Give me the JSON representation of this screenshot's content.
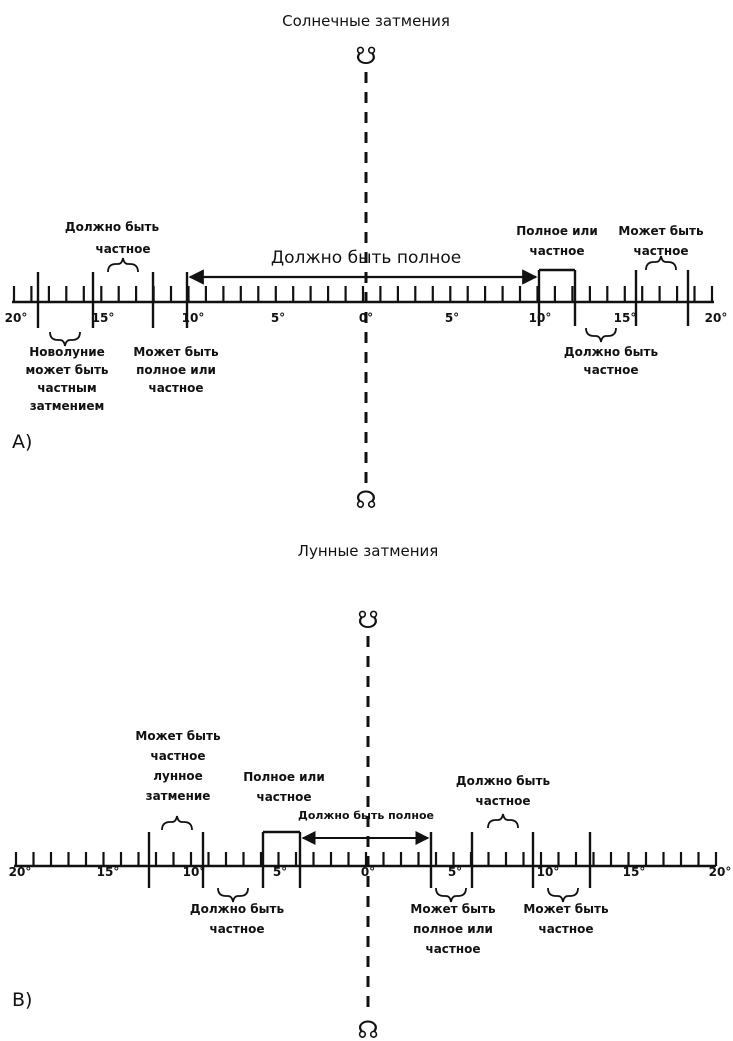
{
  "solar": {
    "title": "Солнечные затмения",
    "panel_label": "A)",
    "ascending_node": "☊",
    "descending_node": "☋",
    "ticks": [
      "20°",
      "15°",
      "10°",
      "5°",
      "0°",
      "5°",
      "10°",
      "15°",
      "20°"
    ],
    "main_label": "Должно быть полное",
    "top_left": [
      "Должно быть",
      "частное"
    ],
    "top_right_a": [
      "Полное или",
      "частное"
    ],
    "top_right_b": [
      "Может быть",
      "частное"
    ],
    "bottom_left_a": [
      "Новолуние",
      "может быть",
      "частным",
      "затмением"
    ],
    "bottom_left_b": [
      "Может быть",
      "полное или",
      "частное"
    ],
    "bottom_right": [
      "Должно быть",
      "частное"
    ]
  },
  "lunar": {
    "title": "Лунные затмения",
    "panel_label": "B)",
    "ascending_node": "☊",
    "descending_node": "☋",
    "ticks": [
      "20°",
      "15°",
      "10°",
      "5°",
      "0°",
      "5°",
      "10°",
      "15°",
      "20°"
    ],
    "main_label": "Должно быть полное",
    "top_left_a": [
      "Может быть",
      "частное",
      "лунное",
      "затмение"
    ],
    "top_left_b": [
      "Полное или",
      "частное"
    ],
    "top_right": [
      "Должно быть",
      "частное"
    ],
    "bottom_left": [
      "Должно быть",
      "частное"
    ],
    "bottom_right_a": [
      "Может быть",
      "полное или",
      "частное"
    ],
    "bottom_right_b": [
      "Может быть",
      "частное"
    ]
  }
}
